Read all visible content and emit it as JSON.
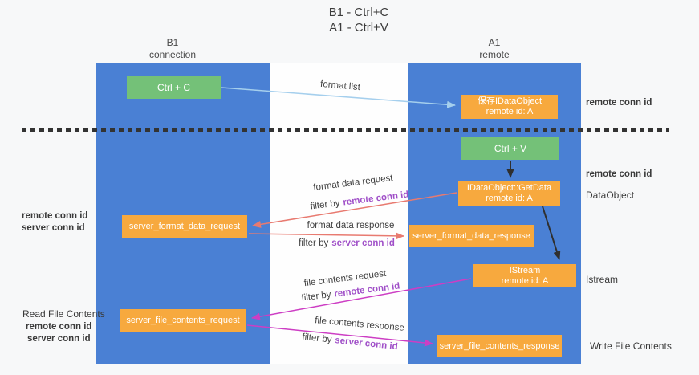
{
  "title": {
    "line1": "B1 - Ctrl+C",
    "line2": "A1 - Ctrl+V"
  },
  "lifelines": {
    "left": {
      "name": "B1",
      "role": "connection"
    },
    "right": {
      "name": "A1",
      "role": "remote"
    }
  },
  "nodes": {
    "ctrl_c": "Ctrl + C",
    "ctrl_v": "Ctrl + V",
    "save_dataobject": {
      "line1": "保存IDataObject",
      "line2": "remote id: A"
    },
    "getdata": {
      "line1": "IDataObject::GetData",
      "line2": "remote id: A"
    },
    "istream": {
      "line1": "IStream",
      "line2": "remote id: A"
    },
    "server_format_data_request": "server_format_data_request",
    "server_format_data_response": "server_format_data_response",
    "server_file_contents_request": "server_file_contents_request",
    "server_file_contents_response": "server_file_contents_response"
  },
  "arrow_labels": {
    "format_list": "format list",
    "format_data_request": "format data request",
    "format_data_response": "format data response",
    "file_contents_request": "file contents request",
    "file_contents_response": "file contents response",
    "filter_prefix": "filter by",
    "remote_conn_id": "remote conn id",
    "server_conn_id": "server conn id"
  },
  "side_labels": {
    "right": [
      "remote conn id",
      "remote conn id",
      "DataObject",
      "Istream",
      "Write File Contents"
    ],
    "left_format": [
      "remote conn id",
      "server conn id"
    ],
    "left_file": [
      "Read File Contents",
      "remote conn id",
      "server conn id"
    ]
  },
  "colors": {
    "lifeline_blue": "#4a80d4",
    "node_orange": "#f7a93e",
    "node_green": "#74c178",
    "arrow_lightblue": "#a5cfed",
    "arrow_salmon": "#e87a70",
    "arrow_magenta": "#cd3ec4",
    "arrow_black": "#2f2f2f",
    "label_purple": "#a050c8",
    "label_green": "#67bd6d"
  }
}
